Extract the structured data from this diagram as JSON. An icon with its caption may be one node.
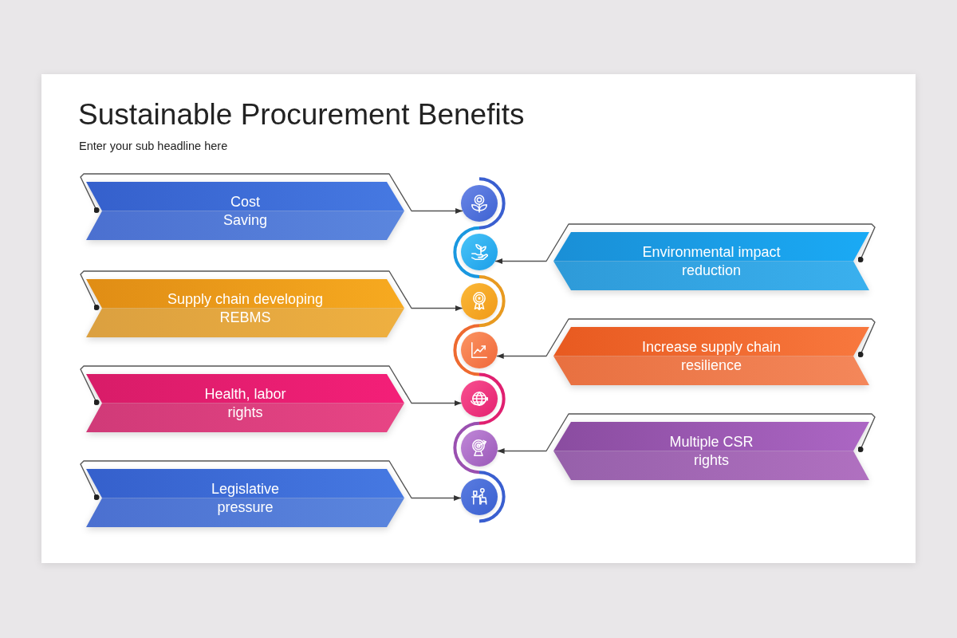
{
  "diagram": {
    "title": "Sustainable Procurement Benefits",
    "nodes": [
      {
        "text": [
          "Cost Saving"
        ]
      },
      {
        "text": [
          "Environmental impact reduction"
        ]
      },
      {
        "text": [
          "Supply chain developing REBMS"
        ]
      },
      {
        "text": [
          "Increase supply chain resilience"
        ]
      },
      {
        "text": [
          "Health, labor rights"
        ]
      },
      {
        "text": [
          "Multiple CSR rights"
        ]
      },
      {
        "text": [
          "Legislative pressure"
        ]
      },
      {
        "text": [],
        "shape": "circle"
      },
      {
        "text": [],
        "shape": "circle"
      },
      {
        "text": [],
        "shape": "circle"
      },
      {
        "text": [],
        "shape": "circle"
      },
      {
        "text": [],
        "shape": "circle"
      },
      {
        "text": [],
        "shape": "circle"
      },
      {
        "text": [],
        "shape": "circle"
      }
    ],
    "edges": [
      {
        "from": 0,
        "to": 7,
        "arrow": "to"
      },
      {
        "from": 1,
        "to": 8,
        "arrow": "to"
      },
      {
        "from": 2,
        "to": 9,
        "arrow": "to"
      },
      {
        "from": 3,
        "to": 10,
        "arrow": "to"
      },
      {
        "from": 4,
        "to": 11,
        "arrow": "to"
      },
      {
        "from": 5,
        "to": 12,
        "arrow": "to"
      },
      {
        "from": 6,
        "to": 13,
        "arrow": "to"
      }
    ],
    "labels": [
      "Enter your sub headline here"
    ]
  }
}
